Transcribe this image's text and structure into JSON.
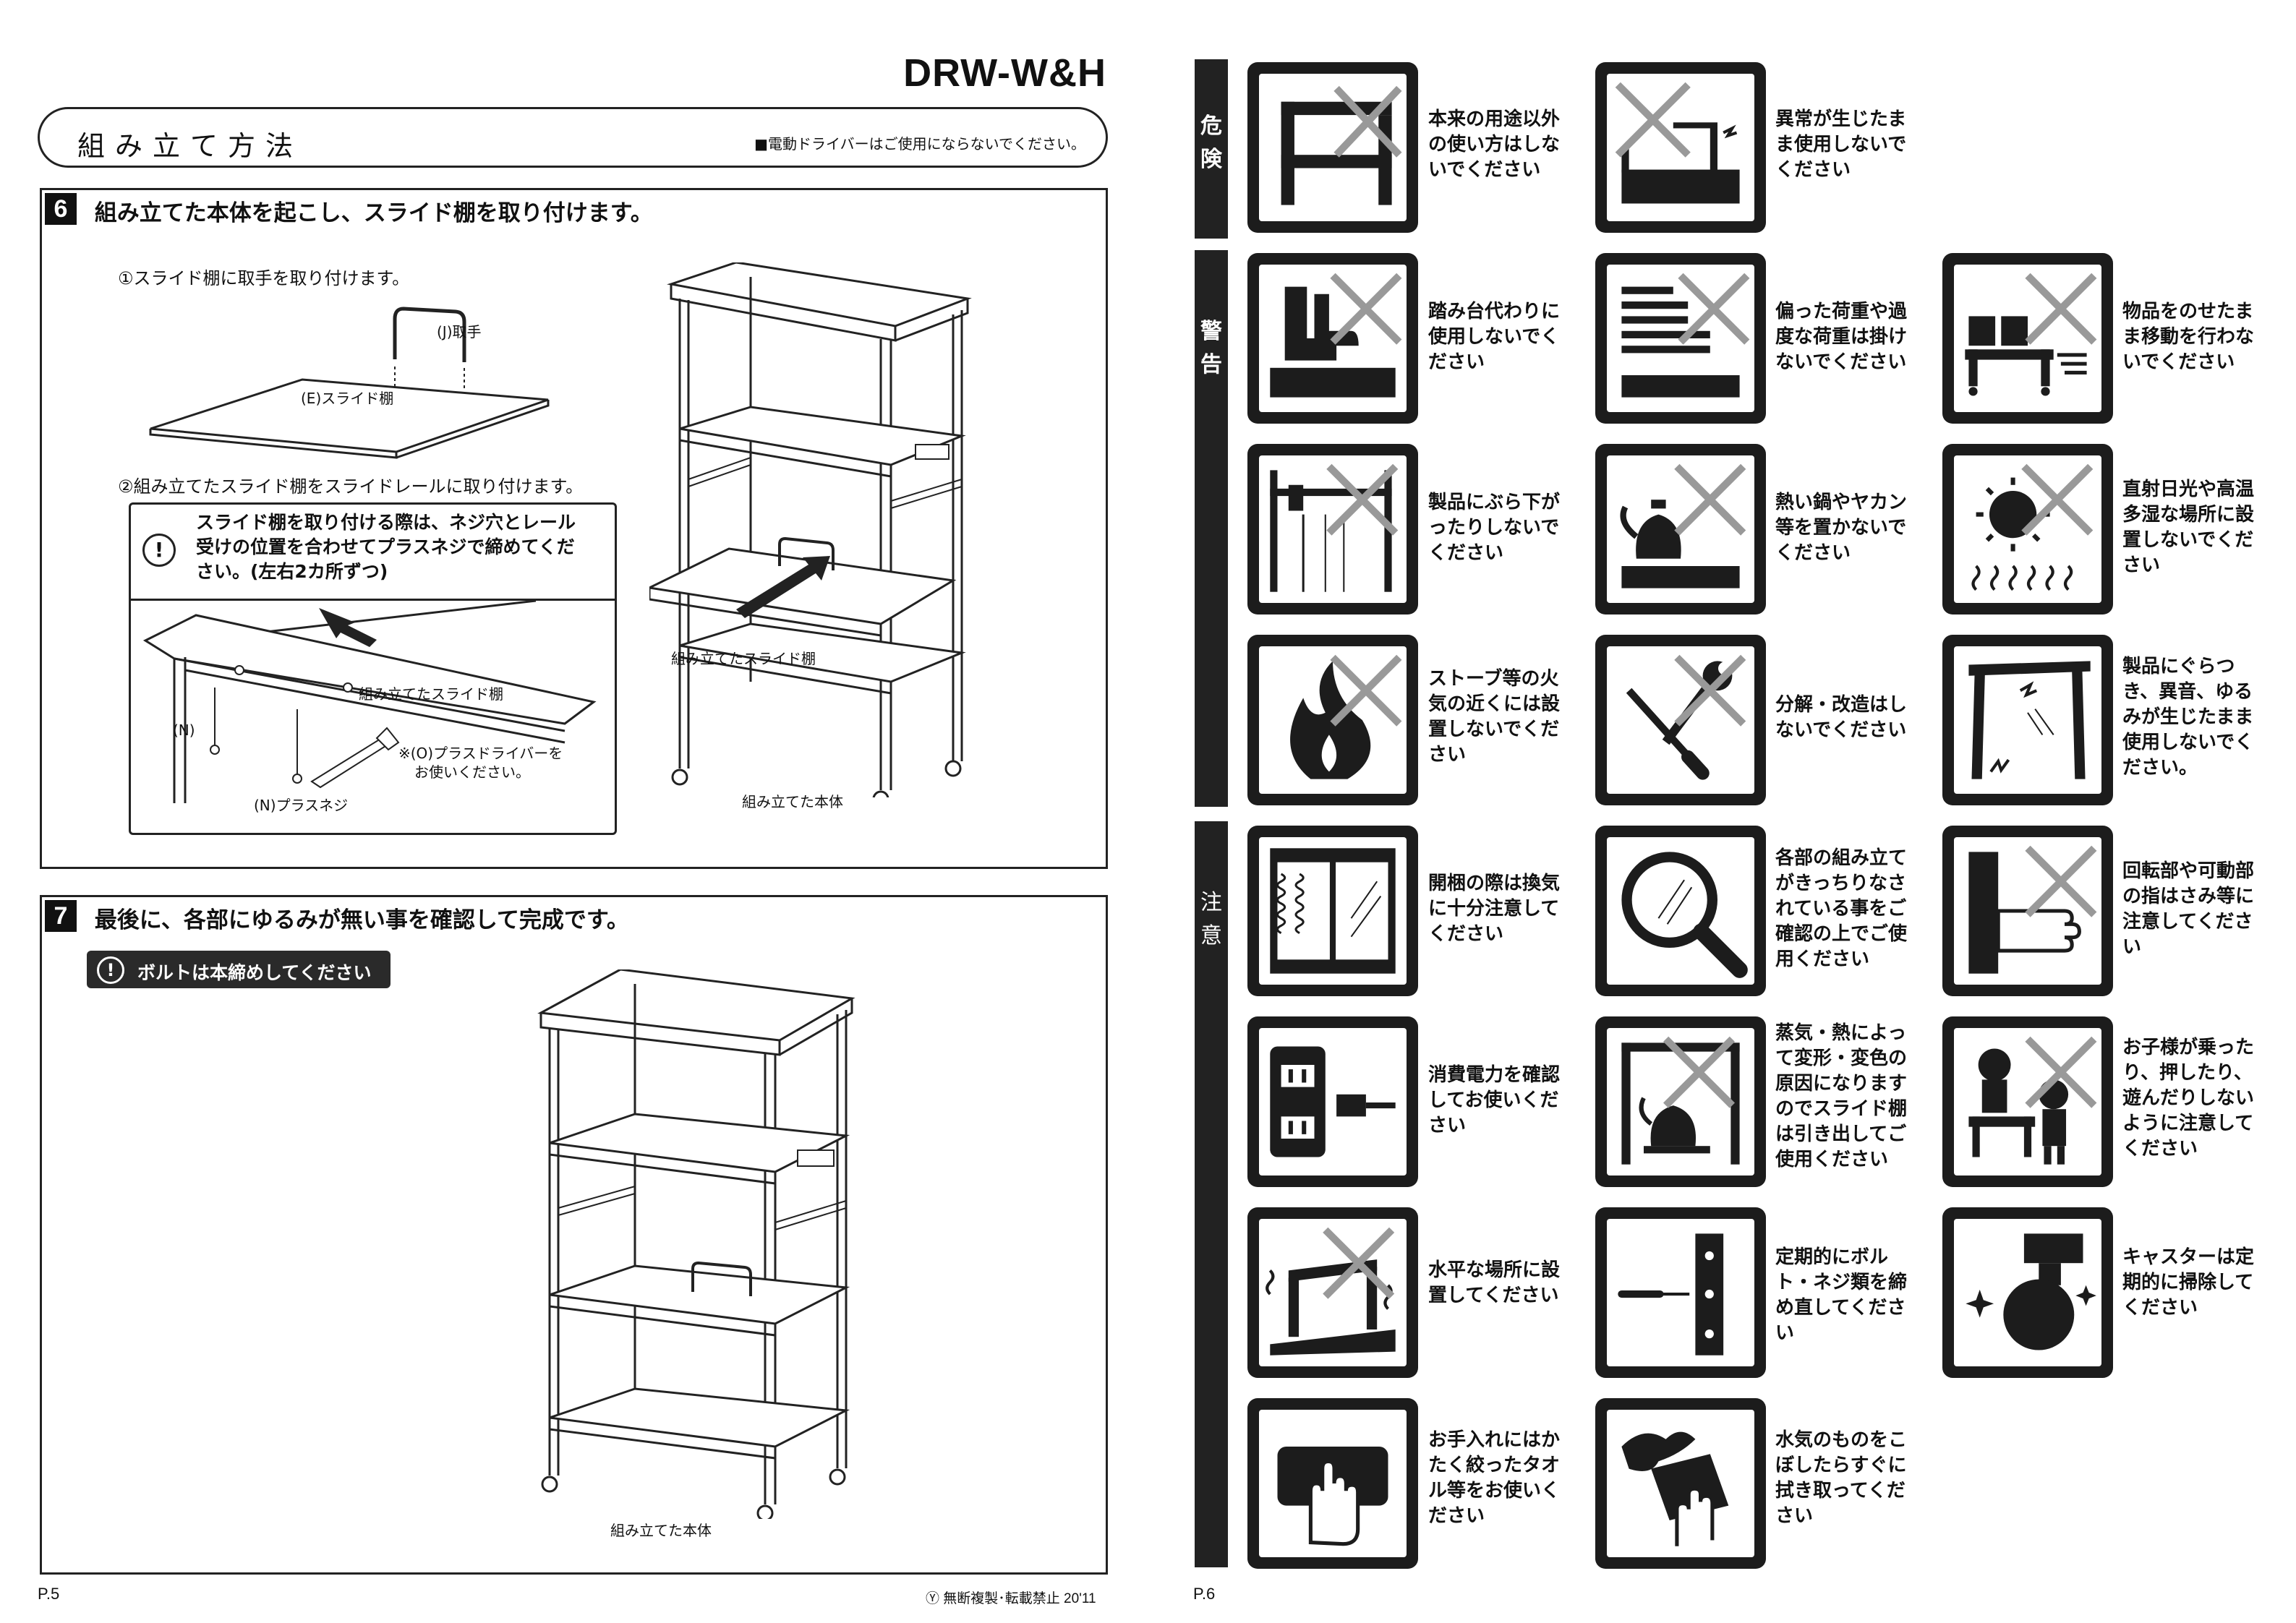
{
  "header": {
    "model": "DRW-W&H",
    "section_title": "組み立て方法",
    "note": "■電動ドライバーはご使用にならないでください。"
  },
  "step6": {
    "num": "6",
    "heading": "組み立てた本体を起こし、スライド棚を取り付けます。",
    "sub1": "①スライド棚に取手を取り付けます。",
    "label_handle": "(J)取手",
    "label_shelf": "(E)スライド棚",
    "sub2": "②組み立てたスライド棚をスライドレールに取り付けます。",
    "caution": "スライド棚を取り付ける際は、ネジ穴とレール受けの位置を合わせてプラスネジで締めてください。(左右2カ所ずつ)",
    "detail_shelf": "組み立てたスライド棚",
    "label_n": "(N)",
    "label_driver1": "※(O)プラスドライバーを",
    "label_driver2": "お使いください。",
    "label_screw": "(N)プラスネジ",
    "fig_slide": "組み立てたスライド棚",
    "fig_body": "組み立てた本体"
  },
  "step7": {
    "num": "7",
    "heading": "最後に、各部にゆるみが無い事を確認して完成です。",
    "notice": "ボルトは本締めしてください",
    "fig_body": "組み立てた本体"
  },
  "footer": {
    "page_left": "P.5",
    "copyright": "Ⓨ 無断複製･転載禁止 20'11",
    "page_right": "P.6"
  },
  "categories": {
    "danger": [
      "危",
      "険"
    ],
    "warning": [
      "警",
      "告"
    ],
    "caution": [
      "注",
      "意"
    ]
  },
  "pictograms": [
    {
      "text": "本来の用途以外の使い方はしないでください",
      "icon": "misuse-icon"
    },
    {
      "text": "異常が生じたまま使用しないでください",
      "icon": "abnormal-icon"
    },
    {
      "text": "踏み台代わりに使用しないでください",
      "icon": "stepstool-icon"
    },
    {
      "text": "偏った荷重や過度な荷重は掛けないでください",
      "icon": "overload-icon"
    },
    {
      "text": "物品をのせたまま移動を行わないでください",
      "icon": "move-loaded-icon"
    },
    {
      "text": "製品にぶら下がったりしないでください",
      "icon": "hang-icon"
    },
    {
      "text": "熱い鍋やヤカン等を置かないでください",
      "icon": "kettle-icon"
    },
    {
      "text": "直射日光や高温多湿な場所に設置しないでください",
      "icon": "sun-icon"
    },
    {
      "text": "ストーブ等の火気の近くには設置しないでください",
      "icon": "fire-icon"
    },
    {
      "text": "分解・改造はしないでください",
      "icon": "tools-icon"
    },
    {
      "text": "製品にぐらつき、異音、ゆるみが生じたまま使用しないでください。",
      "icon": "wobble-icon"
    },
    {
      "text": "開梱の際は換気に十分注意してください",
      "icon": "ventilate-icon"
    },
    {
      "text": "各部の組み立てがきっちりなされている事をご確認の上でご使用ください",
      "icon": "magnifier-icon"
    },
    {
      "text": "回転部や可動部の指はさみ等に注意してください",
      "icon": "finger-pinch-icon"
    },
    {
      "text": "消費電力を確認してお使いください",
      "icon": "outlet-icon"
    },
    {
      "text": "蒸気・熱によって変形・変色の原因になりますのでスライド棚は引き出してご使用ください",
      "icon": "steam-icon"
    },
    {
      "text": "お子様が乗ったり、押したり、遊んだりしないように注意してください",
      "icon": "children-icon"
    },
    {
      "text": "水平な場所に設置してください",
      "icon": "level-icon"
    },
    {
      "text": "定期的にボルト・ネジ類を締め直してください",
      "icon": "screwdriver-icon"
    },
    {
      "text": "キャスターは定期的に掃除してください",
      "icon": "caster-icon"
    },
    {
      "text": "お手入れにはかたく絞ったタオル等をお使いください",
      "icon": "towel-icon"
    },
    {
      "text": "水気のものをこぼしたらすぐに拭き取ってください",
      "icon": "wipe-icon"
    }
  ]
}
